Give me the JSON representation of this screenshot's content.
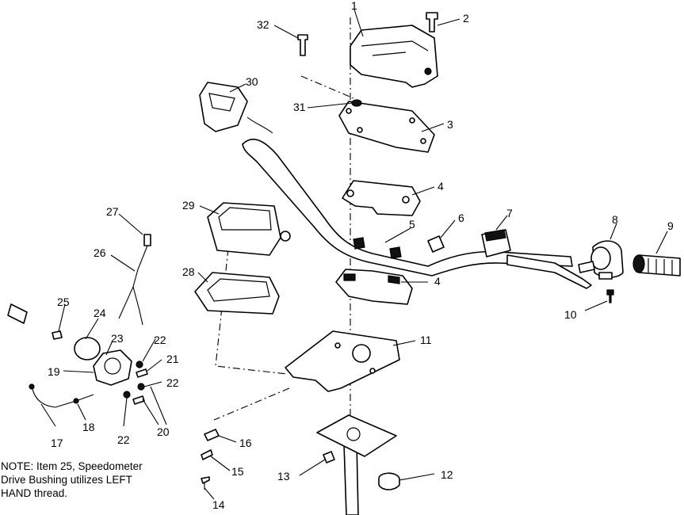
{
  "callouts": [
    "1",
    "2",
    "3",
    "4",
    "5",
    "6",
    "7",
    "8",
    "9",
    "10",
    "11",
    "12",
    "13",
    "14",
    "15",
    "16",
    "17",
    "18",
    "19",
    "20",
    "21",
    "22",
    "23",
    "24",
    "25",
    "26",
    "27",
    "28",
    "29",
    "30",
    "31",
    "32",
    "4",
    "22",
    "22",
    "20",
    "22"
  ],
  "note": {
    "line1": "NOTE: Item 25, Speedometer",
    "line2": "Drive Bushing utilizes LEFT",
    "line3": "HAND thread."
  }
}
